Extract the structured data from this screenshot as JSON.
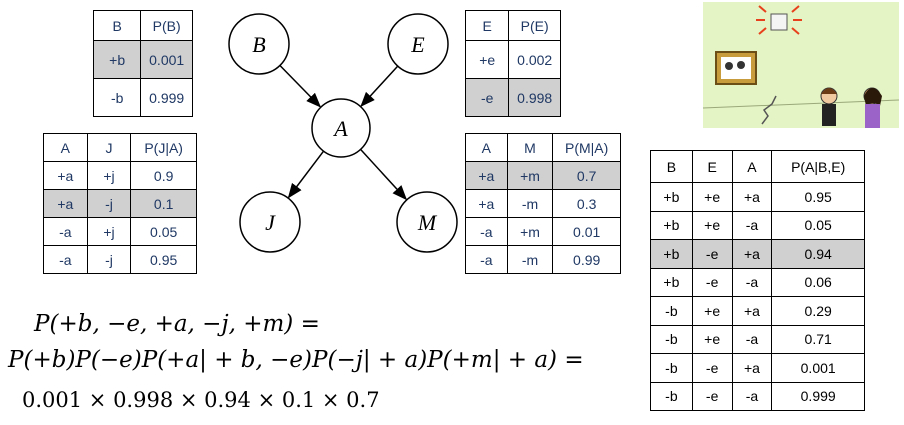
{
  "network": {
    "nodes": [
      {
        "id": "B",
        "label": "B"
      },
      {
        "id": "E",
        "label": "E"
      },
      {
        "id": "A",
        "label": "A"
      },
      {
        "id": "J",
        "label": "J"
      },
      {
        "id": "M",
        "label": "M"
      }
    ],
    "edges": [
      [
        "B",
        "A"
      ],
      [
        "E",
        "A"
      ],
      [
        "A",
        "J"
      ],
      [
        "A",
        "M"
      ]
    ]
  },
  "tables": {
    "pb": {
      "headers": [
        "B",
        "P(B)"
      ],
      "rows": [
        [
          "+b",
          "0.001"
        ],
        [
          "-b",
          "0.999"
        ]
      ],
      "highlight": 0
    },
    "pe": {
      "headers": [
        "E",
        "P(E)"
      ],
      "rows": [
        [
          "+e",
          "0.002"
        ],
        [
          "-e",
          "0.998"
        ]
      ],
      "highlight": 1
    },
    "pja": {
      "headers": [
        "A",
        "J",
        "P(J|A)"
      ],
      "rows": [
        [
          "+a",
          "+j",
          "0.9"
        ],
        [
          "+a",
          "-j",
          "0.1"
        ],
        [
          "-a",
          "+j",
          "0.05"
        ],
        [
          "-a",
          "-j",
          "0.95"
        ]
      ],
      "highlight": 1
    },
    "pma": {
      "headers": [
        "A",
        "M",
        "P(M|A)"
      ],
      "rows": [
        [
          "+a",
          "+m",
          "0.7"
        ],
        [
          "+a",
          "-m",
          "0.3"
        ],
        [
          "-a",
          "+m",
          "0.01"
        ],
        [
          "-a",
          "-m",
          "0.99"
        ]
      ],
      "highlight": 0
    },
    "pabe": {
      "headers": [
        "B",
        "E",
        "A",
        "P(A|B,E)"
      ],
      "rows": [
        [
          "+b",
          "+e",
          "+a",
          "0.95"
        ],
        [
          "+b",
          "+e",
          "-a",
          "0.05"
        ],
        [
          "+b",
          "-e",
          "+a",
          "0.94"
        ],
        [
          "+b",
          "-e",
          "-a",
          "0.06"
        ],
        [
          "-b",
          "+e",
          "+a",
          "0.29"
        ],
        [
          "-b",
          "+e",
          "-a",
          "0.71"
        ],
        [
          "-b",
          "-e",
          "+a",
          "0.001"
        ],
        [
          "-b",
          "-e",
          "-a",
          "0.999"
        ]
      ],
      "highlight": 2
    }
  },
  "equation": {
    "line1": "P(+b, −e, +a, −j, +m) =",
    "line2": "P(+b)P(−e)P(+a| + b, −e)P(−j| + a)P(+m| + a) =",
    "line3": "0.001 × 0.998 × 0.94 × 0.1 × 0.7"
  },
  "colors": {
    "highlight": "#d0d0d0",
    "table_text": "#1f3864",
    "scene_wall": "#e4f4c4"
  }
}
